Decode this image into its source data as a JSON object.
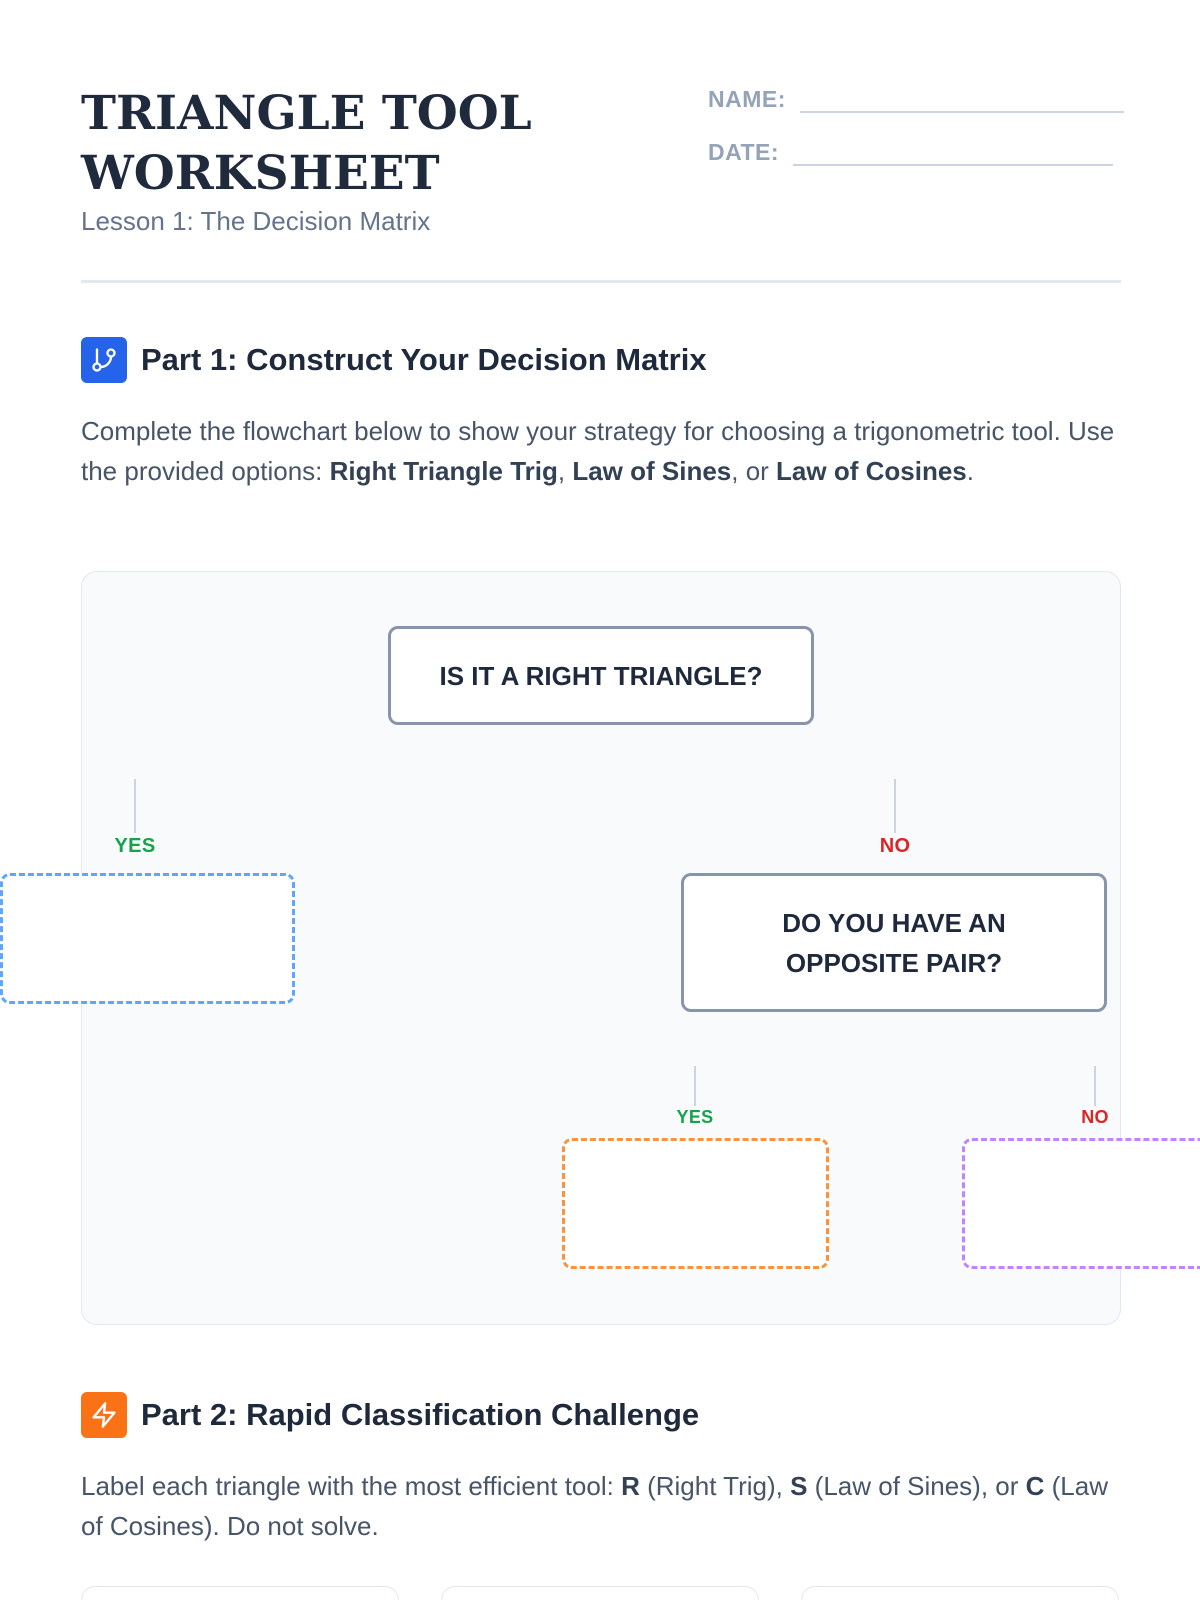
{
  "header": {
    "title_line1": "TRIANGLE TOOL",
    "title_line2": "WORKSHEET",
    "subtitle": "Lesson 1: The Decision Matrix",
    "name_label": "NAME:",
    "date_label": "DATE:"
  },
  "part1": {
    "icon": "git-branch-icon",
    "icon_color": "#2563eb",
    "title": "Part 1: Construct Your Decision Matrix",
    "instructions": {
      "text_before": "Complete the flowchart below to show your strategy for choosing a trigonometric tool. Use the provided options: ",
      "option1": "Right Triangle Trig",
      "sep1": ", ",
      "option2": "Law of Sines",
      "sep2": ", or ",
      "option3": "Law of Cosines",
      "text_after": "."
    },
    "flowchart": {
      "root_question": "IS IT A RIGHT TRIANGLE?",
      "root_yes": "YES",
      "root_no": "NO",
      "second_question_line1": "DO YOU HAVE AN",
      "second_question_line2": "OPPOSITE PAIR?",
      "second_yes": "YES",
      "second_no": "NO",
      "yes_color": "#16a34a",
      "no_color": "#dc2626",
      "slot_colors": {
        "right_trig": "#60a5fa",
        "sines": "#fb923c",
        "cosines": "#c084fc"
      }
    }
  },
  "part2": {
    "icon": "lightning-icon",
    "icon_color": "#f97316",
    "title": "Part 2: Rapid Classification Challenge",
    "instructions": {
      "text_before": "Label each triangle with the most efficient tool: ",
      "r": "R",
      "r_desc": " (Right Trig), ",
      "s": "S",
      "s_desc": " (Law of Sines), or ",
      "c": "C",
      "c_desc": " (Law of Cosines). Do not solve."
    }
  }
}
